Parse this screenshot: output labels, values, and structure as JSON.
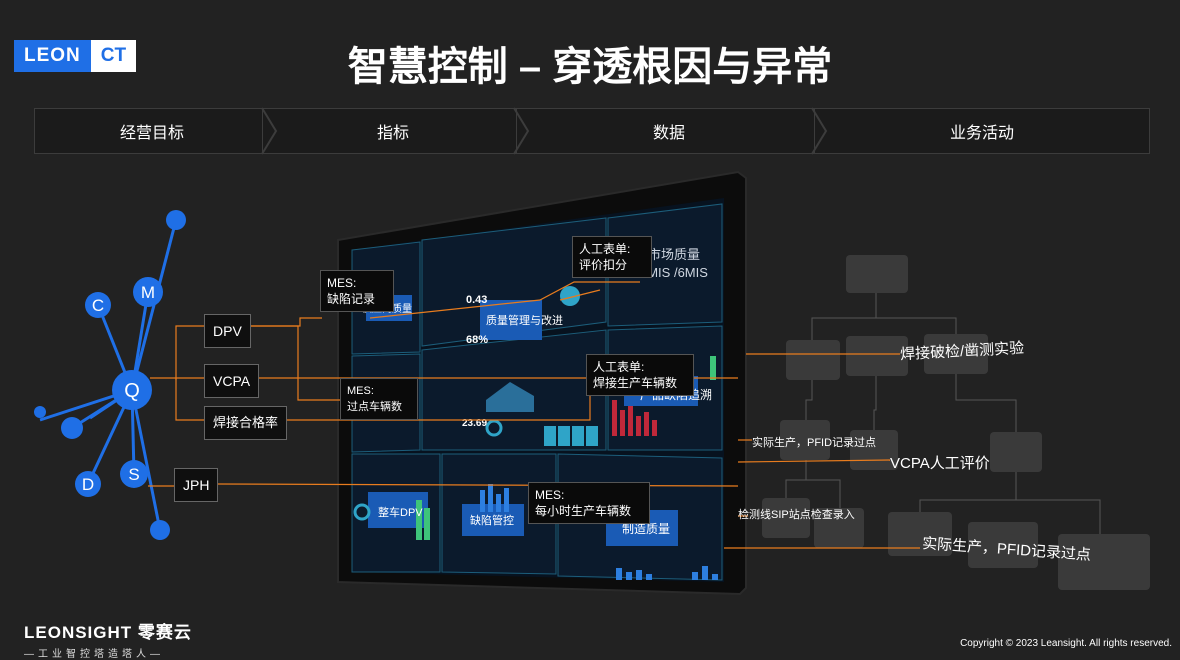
{
  "logo": {
    "part1": "LEON",
    "part2": "CT"
  },
  "title": "智慧控制 – 穿透根因与异常",
  "steps": [
    "经营目标",
    "指标",
    "数据",
    "业务活动"
  ],
  "nodes": {
    "m": "M",
    "c": "C",
    "q": "Q",
    "d": "D",
    "s": "S"
  },
  "tags": {
    "dpv": "DPV",
    "vcpa": "VCPA",
    "weld": "焊接合格率",
    "jph": "JPH"
  },
  "labels": {
    "mes_defect": "MES:\n缺陷记录",
    "mes_pass": "MES:\n过点车辆数",
    "manual_score": "人工表单:\n评价扣分",
    "manual_weld": "人工表单:\n焊接生产车辆数",
    "mes_hourly": "MES:\n每小时生产车辆数"
  },
  "dashboard": {
    "p1": "供应商质量",
    "p2": "质量管理与改进",
    "p3": "市场质量\n3MIS /6MIS",
    "p4": "产品缺陷追溯",
    "p5": "整车DPV",
    "p6": "缺陷管控",
    "p7": "制造质量",
    "kpi1": "0.43",
    "kpi2": "68%",
    "kpi3": "23.69"
  },
  "right": {
    "weld_test": "焊接破检/凿测实验",
    "actual_small": "实际生产，PFID记录过点",
    "vcpa_eval": "VCPA人工评价",
    "sip": "检测线SIP站点检查录入",
    "actual_big": "实际生产，PFID记录过点"
  },
  "footer": {
    "brand": "LEONSIGHT 零赛云",
    "slogan": "—工业智控塔造塔人—",
    "copyright": "Copyright © 2023 Leansight. All rights reserved."
  },
  "colors": {
    "accent": "#1f6fe6",
    "orange": "#e87c1e",
    "cyan": "#1c5d7a"
  }
}
